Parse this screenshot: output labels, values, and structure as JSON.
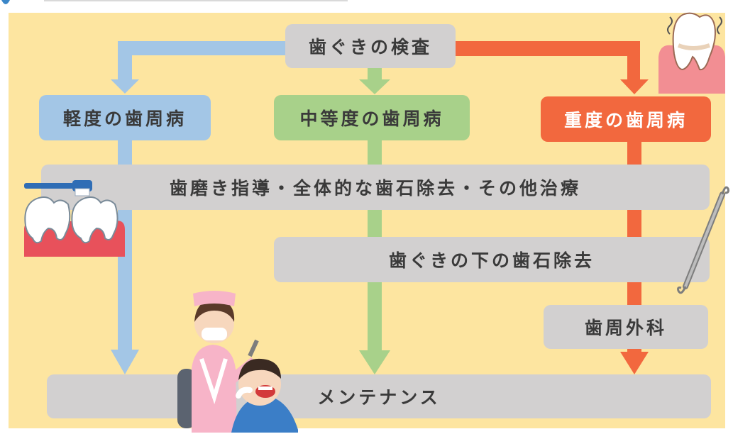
{
  "diagram": {
    "start": "歯ぐきの検査",
    "levels": {
      "mild": "軽度の歯周病",
      "moderate": "中等度の歯周病",
      "severe": "重度の歯周病"
    },
    "steps": {
      "common": "歯磨き指導・全体的な歯石除去・その他治療",
      "subgingival": "歯ぐきの下の歯石除去",
      "surgery": "歯周外科",
      "maintenance": "メンテナンス"
    }
  },
  "colors": {
    "mild": "#a3c6e6",
    "moderate": "#a8d18a",
    "severe": "#f2683e",
    "box": "#d2d0d0",
    "background": "#fde5a0"
  },
  "illustrations": [
    "receding-gum-tooth-icon",
    "toothbrush-teeth-icon",
    "dental-probe-icon",
    "dentist-patient-illustration"
  ]
}
